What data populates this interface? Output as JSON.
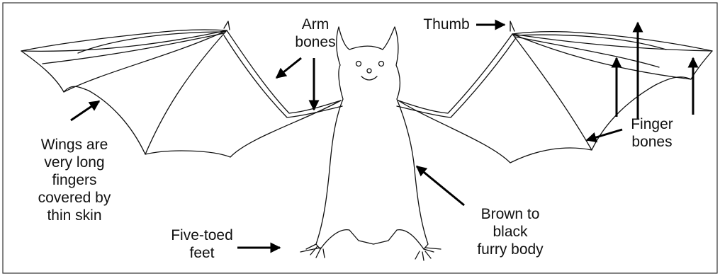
{
  "labels": {
    "arm_bones": [
      "Arm",
      "bones"
    ],
    "thumb": "Thumb",
    "wings": [
      "Wings are",
      "very long",
      "fingers",
      "covered by",
      "thin skin"
    ],
    "finger_bones": [
      "Finger",
      "bones"
    ],
    "five_toed_feet": [
      "Five-toed",
      "feet"
    ],
    "body": [
      "Brown to",
      "black",
      "furry body"
    ]
  },
  "colors": {
    "line": "#111111",
    "background": "#ffffff"
  }
}
